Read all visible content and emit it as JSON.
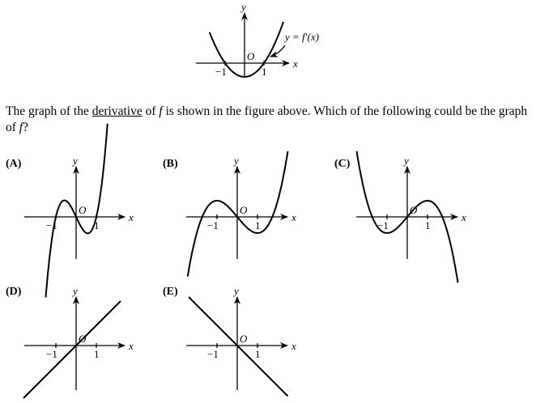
{
  "question": {
    "text_before": "The graph of the ",
    "link_word": "derivative",
    "text_mid": " of ",
    "f1": "f",
    "text_after": " is shown in the figure above. Which of the following could be the graph of ",
    "f2": "f",
    "end": "?"
  },
  "given_graph": {
    "curve_label": "y = f′(x)",
    "x_axis": "x",
    "y_axis": "y",
    "origin": "O",
    "tick_neg": "−1",
    "tick_pos": "1"
  },
  "choices": [
    {
      "label": "(A)",
      "x_axis": "x",
      "y_axis": "y",
      "origin": "O",
      "tick_neg": "−1",
      "tick_pos": "1"
    },
    {
      "label": "(B)",
      "x_axis": "x",
      "y_axis": "y",
      "origin": "O",
      "tick_neg": "−1",
      "tick_pos": "1"
    },
    {
      "label": "(C)",
      "x_axis": "x",
      "y_axis": "y",
      "origin": "O",
      "tick_neg": "−1",
      "tick_pos": "1"
    },
    {
      "label": "(D)",
      "x_axis": "x",
      "y_axis": "y",
      "origin": "O",
      "tick_neg": "−1",
      "tick_pos": "1"
    },
    {
      "label": "(E)",
      "x_axis": "x",
      "y_axis": "y",
      "origin": "O",
      "tick_neg": "−1",
      "tick_pos": "1"
    }
  ]
}
